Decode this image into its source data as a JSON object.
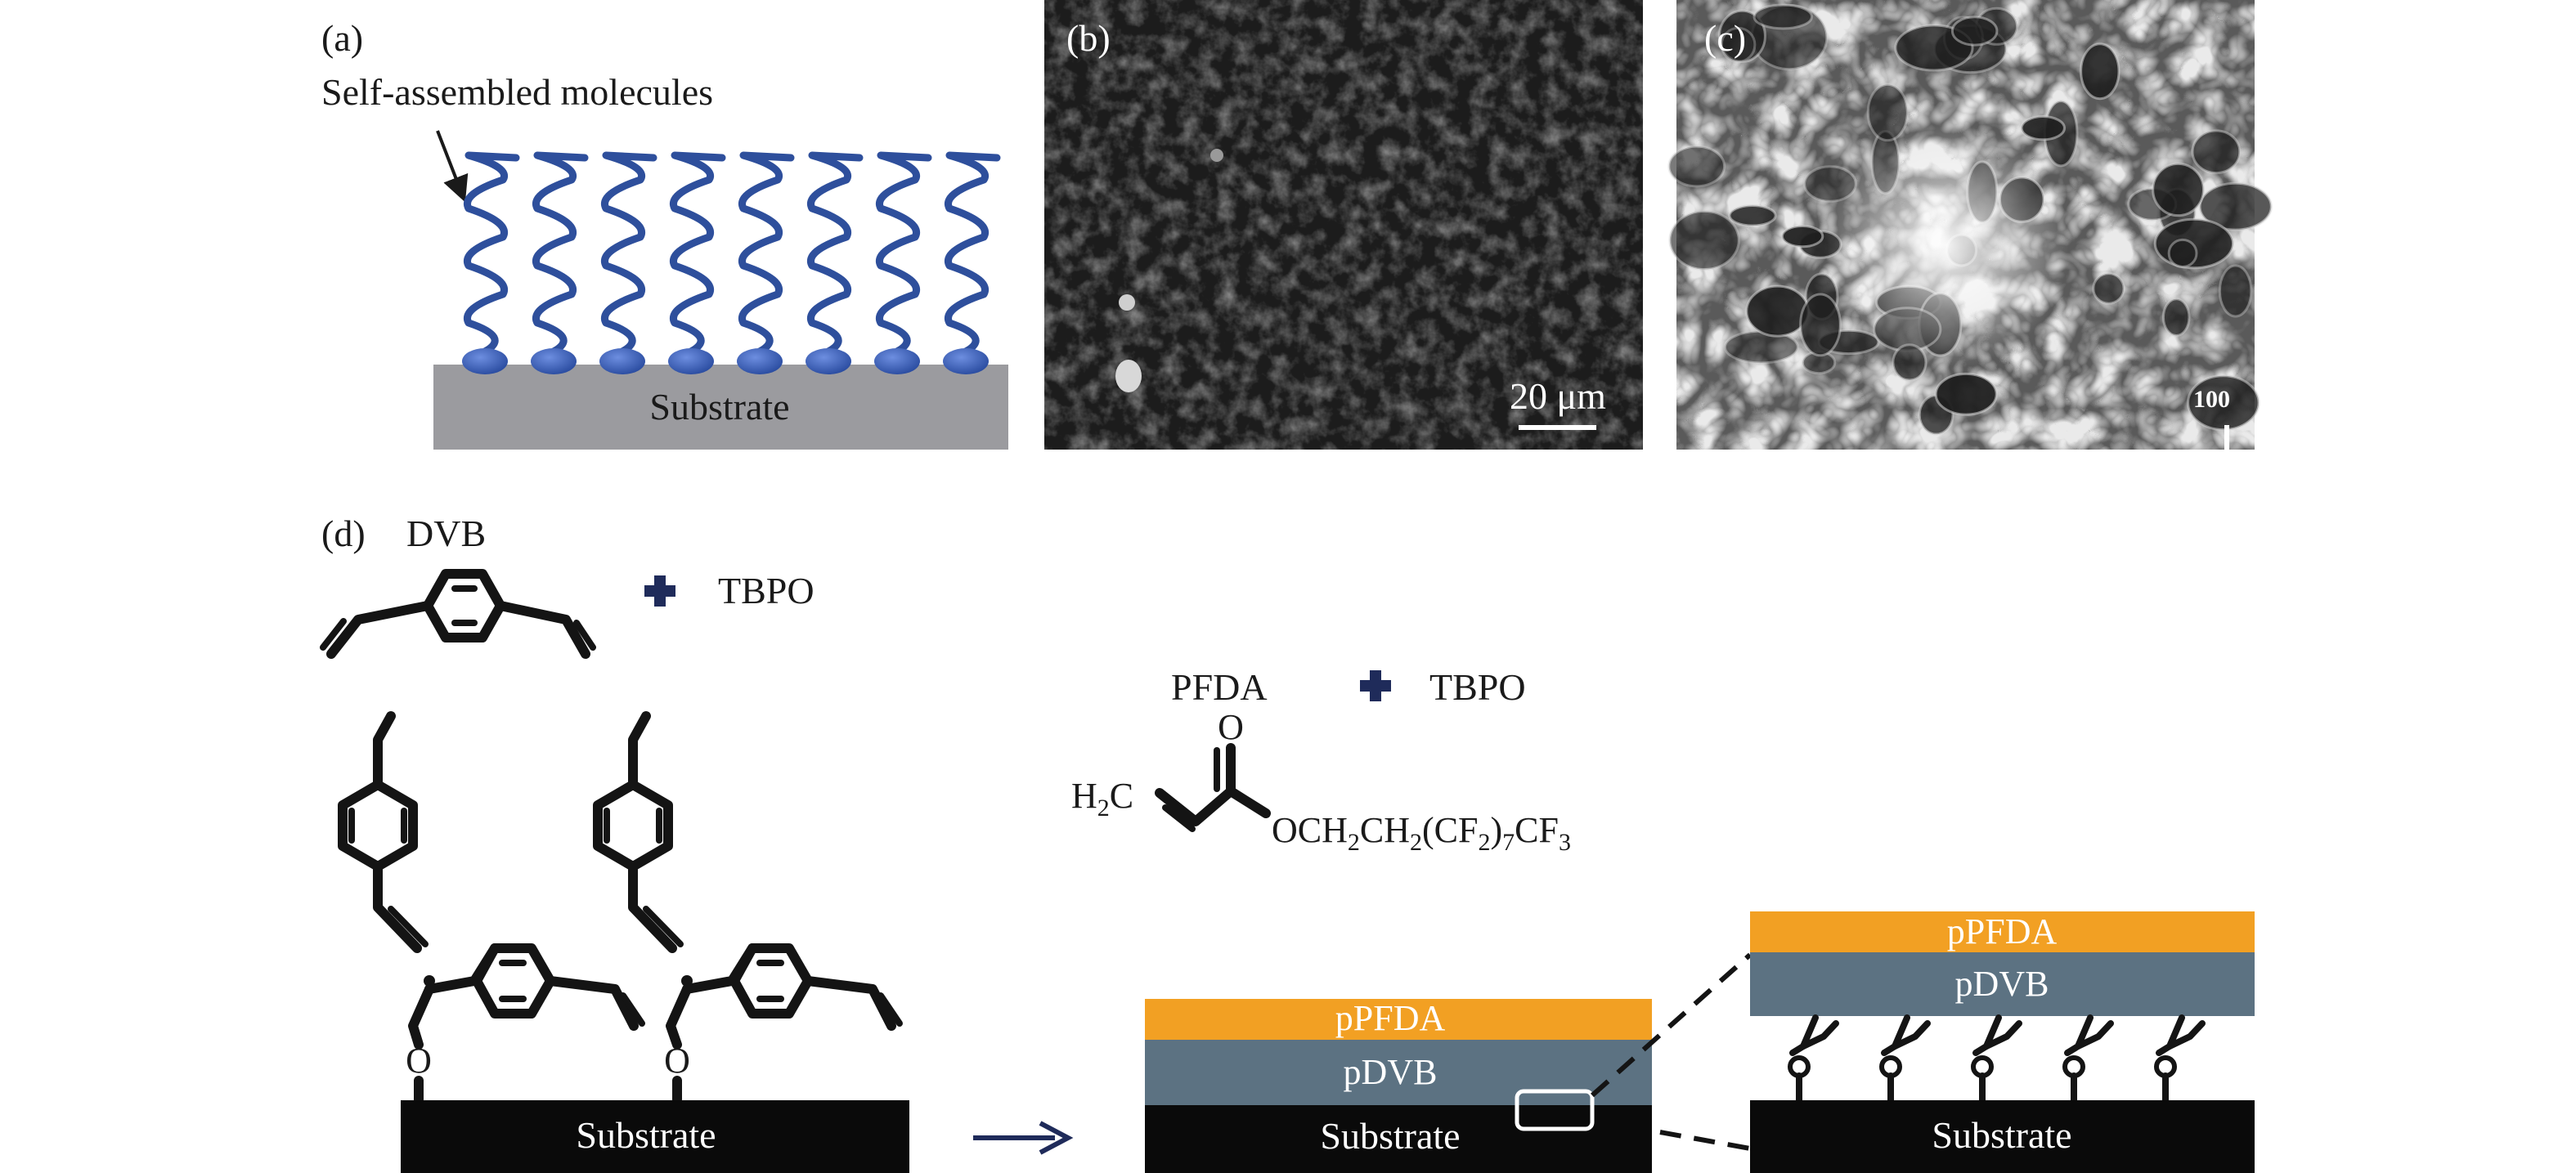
{
  "panel_a": {
    "label": "(a)",
    "annotation": "Self-assembled molecules",
    "substrate": "Substrate"
  },
  "panel_b": {
    "label": "(b)",
    "scale_bar": "20 μm"
  },
  "panel_c": {
    "label": "(c)",
    "scale_bar": "100"
  },
  "panel_d": {
    "label": "(d)",
    "monomer": "DVB",
    "initiator": "TBPO",
    "monomer2": "PFDA",
    "initiator2": "TBPO",
    "carbonyl_o": "O",
    "h2c": "H",
    "h2c_sub": "2",
    "h2c_c": "C",
    "ester": {
      "p1": "OCH",
      "s1": "2",
      "p2": "CH",
      "s2": "2",
      "p3": "(CF",
      "s3": "2",
      "p4": ")",
      "s4": "7",
      "p5": "CF",
      "s5": "3"
    },
    "linker_o": "O",
    "substrate_left": "Substrate",
    "layer_top": "pPFDA",
    "layer_mid": "pDVB",
    "substrate_mid": "Substrate",
    "zoom_top": "pPFDA",
    "zoom_mid": "pDVB",
    "substrate_right": "Substrate"
  },
  "colors": {
    "substrate_gray": "#9b9b9f",
    "substrate_black": "#0a0a0a",
    "ppfda_orange": "#f2a023",
    "pdvb_slate": "#5c7282",
    "molecule_blue": "#2e4f9c",
    "head_blue": "#3557b0",
    "plus_navy": "#1f2b5a"
  }
}
